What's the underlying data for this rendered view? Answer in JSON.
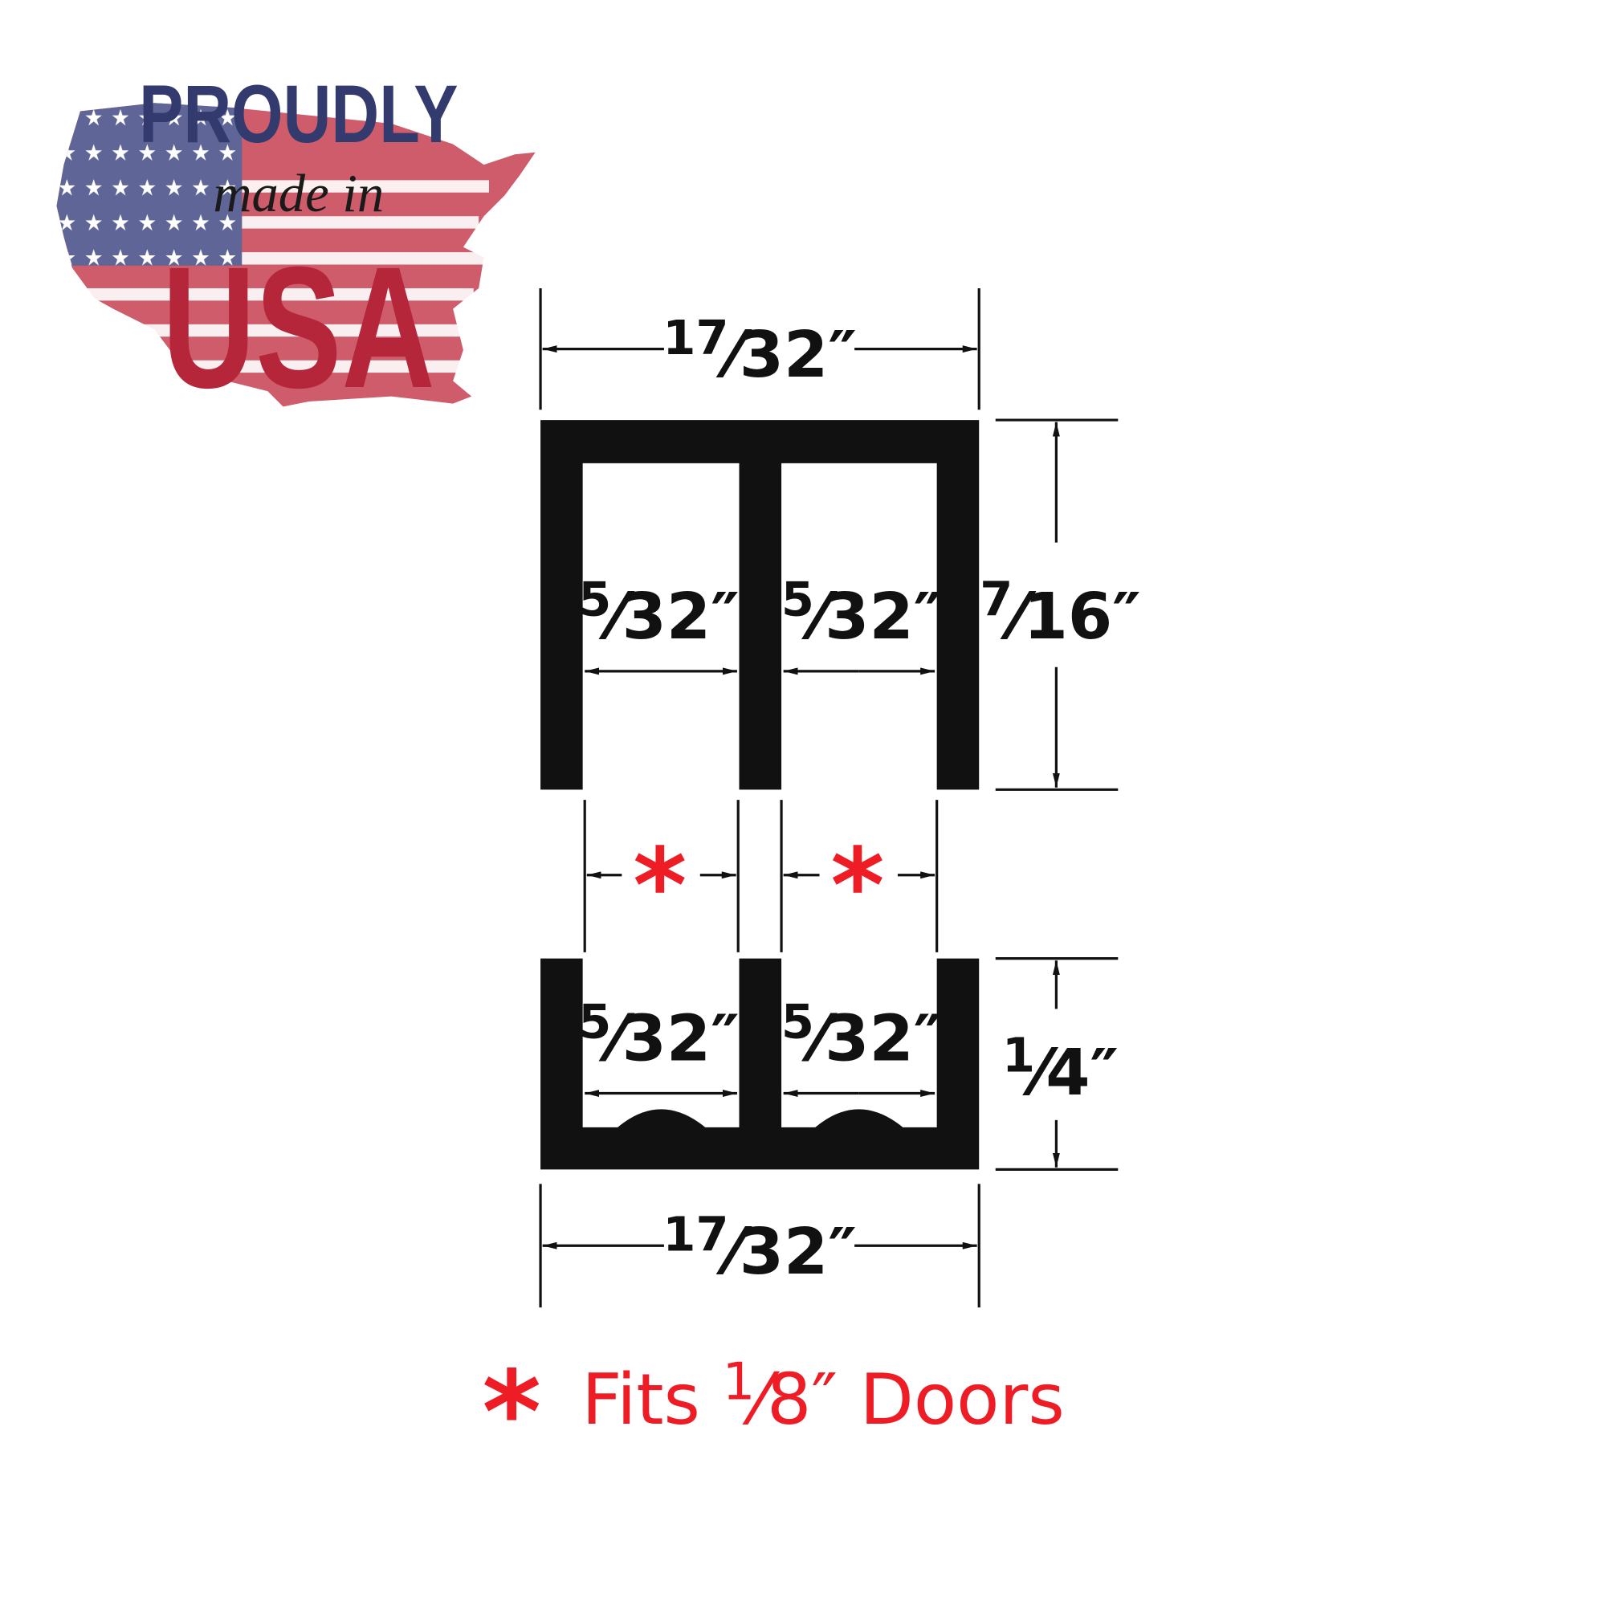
{
  "logo": {
    "line1": "PROUDLY",
    "line2": "made in",
    "line3": "USA",
    "colors": {
      "navy": "#333a6e",
      "red": "#b5263a",
      "stripe": "#cf5c6b",
      "canton": "#5f6596"
    }
  },
  "dimensions": {
    "top_width": {
      "whole": "",
      "num": "17",
      "den": "32",
      "unit": "″"
    },
    "top_height": {
      "whole": "",
      "num": "7",
      "den": "16",
      "unit": "″"
    },
    "top_channel_left": {
      "whole": "",
      "num": "5",
      "den": "32",
      "unit": "″"
    },
    "top_channel_right": {
      "whole": "",
      "num": "5",
      "den": "32",
      "unit": "″"
    },
    "bottom_channel_left": {
      "whole": "",
      "num": "5",
      "den": "32",
      "unit": "″"
    },
    "bottom_channel_right": {
      "whole": "",
      "num": "5",
      "den": "32",
      "unit": "″"
    },
    "bottom_height": {
      "whole": "",
      "num": "1",
      "den": "4",
      "unit": "″"
    },
    "bottom_width": {
      "whole": "",
      "num": "17",
      "den": "32",
      "unit": "″"
    }
  },
  "door_marker": "*",
  "legend": {
    "marker": "*",
    "text_before": "Fits",
    "num": "1",
    "den": "8",
    "unit": "″",
    "text_after": "Doors",
    "color": "#ee1c25"
  }
}
